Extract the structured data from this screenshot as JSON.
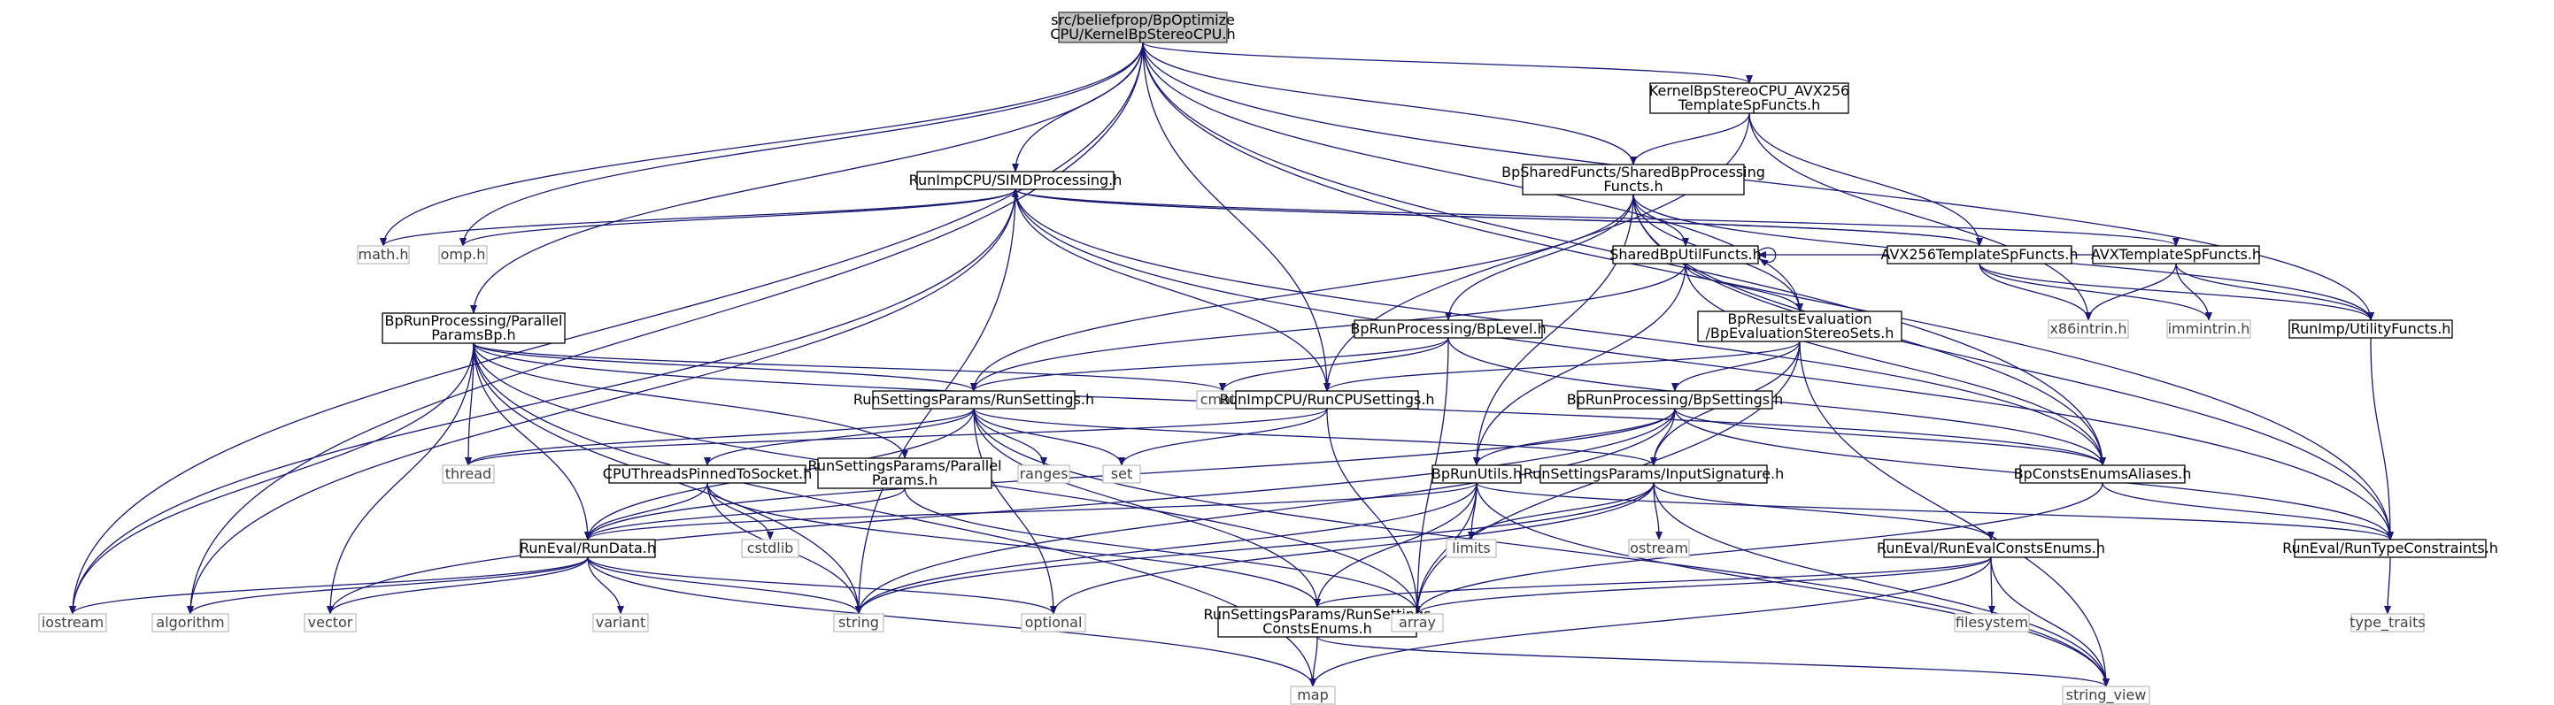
{
  "diagram": {
    "type": "include-dependency-graph",
    "nodes": [
      {
        "id": "main",
        "lines": [
          "src/beliefprop/BpOptimize",
          "CPU/KernelBpStereoCPU.h"
        ],
        "kind": "main"
      },
      {
        "id": "avx256tsf",
        "lines": [
          "KernelBpStereoCPU_AVX256",
          "TemplateSpFuncts.h"
        ],
        "kind": "linked"
      },
      {
        "id": "sharedbpproc",
        "lines": [
          "BpSharedFuncts/SharedBpProcessing",
          "Functs.h"
        ],
        "kind": "linked"
      },
      {
        "id": "simd",
        "lines": [
          "RunImpCPU/SIMDProcessing.h"
        ],
        "kind": "linked"
      },
      {
        "id": "sharedbputil",
        "lines": [
          "SharedBpUtilFuncts.h"
        ],
        "kind": "linked"
      },
      {
        "id": "avx256templ",
        "lines": [
          "AVX256TemplateSpFuncts.h"
        ],
        "kind": "linked"
      },
      {
        "id": "avxtempl",
        "lines": [
          "AVXTemplateSpFuncts.h"
        ],
        "kind": "linked"
      },
      {
        "id": "mathh",
        "lines": [
          "math.h"
        ],
        "kind": "system"
      },
      {
        "id": "omph",
        "lines": [
          "omp.h"
        ],
        "kind": "system"
      },
      {
        "id": "bplevel",
        "lines": [
          "BpRunProcessing/BpLevel.h"
        ],
        "kind": "linked"
      },
      {
        "id": "bpresults",
        "lines": [
          "BpResultsEvaluation",
          "/BpEvaluationStereoSets.h"
        ],
        "kind": "linked"
      },
      {
        "id": "x86intrin",
        "lines": [
          "x86intrin.h"
        ],
        "kind": "system"
      },
      {
        "id": "immintrin",
        "lines": [
          "immintrin.h"
        ],
        "kind": "system"
      },
      {
        "id": "utilityfuncts",
        "lines": [
          "RunImp/UtilityFuncts.h"
        ],
        "kind": "linked"
      },
      {
        "id": "parallelparamsbp",
        "lines": [
          "BpRunProcessing/Parallel",
          "ParamsBp.h"
        ],
        "kind": "linked"
      },
      {
        "id": "cmath",
        "lines": [
          "cmath"
        ],
        "kind": "system"
      },
      {
        "id": "runsettings",
        "lines": [
          "RunSettingsParams/RunSettings.h"
        ],
        "kind": "linked"
      },
      {
        "id": "runcpusettings",
        "lines": [
          "RunImpCPU/RunCPUSettings.h"
        ],
        "kind": "linked"
      },
      {
        "id": "bpsettings",
        "lines": [
          "BpRunProcessing/BpSettings.h"
        ],
        "kind": "linked"
      },
      {
        "id": "thread",
        "lines": [
          "thread"
        ],
        "kind": "system"
      },
      {
        "id": "cputhreads",
        "lines": [
          "CPUThreadsPinnedToSocket.h"
        ],
        "kind": "linked"
      },
      {
        "id": "rsparallel",
        "lines": [
          "RunSettingsParams/Parallel",
          "Params.h"
        ],
        "kind": "linked"
      },
      {
        "id": "ranges",
        "lines": [
          "ranges"
        ],
        "kind": "system"
      },
      {
        "id": "set",
        "lines": [
          "set"
        ],
        "kind": "system"
      },
      {
        "id": "bprunutils",
        "lines": [
          "BpRunUtils.h"
        ],
        "kind": "linked"
      },
      {
        "id": "inputsig",
        "lines": [
          "RunSettingsParams/InputSignature.h"
        ],
        "kind": "linked"
      },
      {
        "id": "bpconsts",
        "lines": [
          "BpConstsEnumsAliases.h"
        ],
        "kind": "linked"
      },
      {
        "id": "rundata",
        "lines": [
          "RunEval/RunData.h"
        ],
        "kind": "linked"
      },
      {
        "id": "cstdlib",
        "lines": [
          "cstdlib"
        ],
        "kind": "system"
      },
      {
        "id": "limits",
        "lines": [
          "limits"
        ],
        "kind": "system"
      },
      {
        "id": "ostream",
        "lines": [
          "ostream"
        ],
        "kind": "system"
      },
      {
        "id": "runevalconsts",
        "lines": [
          "RunEval/RunEvalConstsEnums.h"
        ],
        "kind": "linked"
      },
      {
        "id": "runtypeconstraints",
        "lines": [
          "RunEval/RunTypeConstraints.h"
        ],
        "kind": "linked"
      },
      {
        "id": "iostream",
        "lines": [
          "iostream"
        ],
        "kind": "system"
      },
      {
        "id": "algorithm",
        "lines": [
          "algorithm"
        ],
        "kind": "system"
      },
      {
        "id": "vector",
        "lines": [
          "vector"
        ],
        "kind": "system"
      },
      {
        "id": "variant",
        "lines": [
          "variant"
        ],
        "kind": "system"
      },
      {
        "id": "string",
        "lines": [
          "string"
        ],
        "kind": "system"
      },
      {
        "id": "optional",
        "lines": [
          "optional"
        ],
        "kind": "system"
      },
      {
        "id": "rsconsts",
        "lines": [
          "RunSettingsParams/RunSettings",
          "ConstsEnums.h"
        ],
        "kind": "linked"
      },
      {
        "id": "array",
        "lines": [
          "array"
        ],
        "kind": "system"
      },
      {
        "id": "filesystem",
        "lines": [
          "filesystem"
        ],
        "kind": "system"
      },
      {
        "id": "typetraits",
        "lines": [
          "type_traits"
        ],
        "kind": "system"
      },
      {
        "id": "map",
        "lines": [
          "map"
        ],
        "kind": "system"
      },
      {
        "id": "stringview",
        "lines": [
          "string_view"
        ],
        "kind": "system"
      }
    ],
    "edges": [
      [
        "main",
        "avx256tsf"
      ],
      [
        "main",
        "sharedbpproc"
      ],
      [
        "main",
        "simd"
      ],
      [
        "main",
        "mathh"
      ],
      [
        "main",
        "omph"
      ],
      [
        "main",
        "parallelparamsbp"
      ],
      [
        "main",
        "runcpusettings"
      ],
      [
        "main",
        "bpresults"
      ],
      [
        "main",
        "utilityfuncts"
      ],
      [
        "main",
        "bpconsts"
      ],
      [
        "main",
        "runtypeconstraints"
      ],
      [
        "main",
        "iostream"
      ],
      [
        "main",
        "algorithm"
      ],
      [
        "avx256tsf",
        "sharedbpproc"
      ],
      [
        "avx256tsf",
        "avx256templ"
      ],
      [
        "avx256tsf",
        "x86intrin"
      ],
      [
        "avx256tsf",
        "runcpusettings"
      ],
      [
        "sharedbpproc",
        "sharedbputil"
      ],
      [
        "sharedbpproc",
        "bplevel"
      ],
      [
        "sharedbpproc",
        "bpresults"
      ],
      [
        "sharedbpproc",
        "runsettings"
      ],
      [
        "sharedbpproc",
        "bprunutils"
      ],
      [
        "sharedbpproc",
        "utilityfuncts"
      ],
      [
        "sharedbpproc",
        "runtypeconstraints"
      ],
      [
        "sharedbpproc",
        "bpconsts"
      ],
      [
        "simd",
        "avx256templ"
      ],
      [
        "simd",
        "avxtempl"
      ],
      [
        "simd",
        "mathh"
      ],
      [
        "simd",
        "omph"
      ],
      [
        "simd",
        "runcpusettings"
      ],
      [
        "simd",
        "iostream"
      ],
      [
        "simd",
        "algorithm"
      ],
      [
        "simd",
        "string"
      ],
      [
        "simd",
        "runtypeconstraints"
      ],
      [
        "simd",
        "bpconsts"
      ],
      [
        "avx256templ",
        "simd"
      ],
      [
        "avx256templ",
        "x86intrin"
      ],
      [
        "avx256templ",
        "immintrin"
      ],
      [
        "avx256templ",
        "utilityfuncts"
      ],
      [
        "avxtempl",
        "x86intrin"
      ],
      [
        "avxtempl",
        "immintrin"
      ],
      [
        "avxtempl",
        "utilityfuncts"
      ],
      [
        "avxtempl",
        "sharedbputil"
      ],
      [
        "sharedbputil",
        "sharedbputil"
      ],
      [
        "sharedbputil",
        "bpresults"
      ],
      [
        "sharedbputil",
        "bprunutils"
      ],
      [
        "sharedbputil",
        "runsettings"
      ],
      [
        "sharedbputil",
        "bpconsts"
      ],
      [
        "bplevel",
        "cmath"
      ],
      [
        "bplevel",
        "runsettings"
      ],
      [
        "bplevel",
        "bpconsts"
      ],
      [
        "bplevel",
        "array"
      ],
      [
        "bpresults",
        "bpsettings"
      ],
      [
        "bpresults",
        "inputsig"
      ],
      [
        "bpresults",
        "runcpusettings"
      ],
      [
        "bpresults",
        "array"
      ],
      [
        "bpresults",
        "stringview"
      ],
      [
        "utilityfuncts",
        "runtypeconstraints"
      ],
      [
        "parallelparamsbp",
        "runsettings"
      ],
      [
        "parallelparamsbp",
        "cmath"
      ],
      [
        "parallelparamsbp",
        "thread"
      ],
      [
        "parallelparamsbp",
        "rsparallel"
      ],
      [
        "parallelparamsbp",
        "rundata"
      ],
      [
        "parallelparamsbp",
        "iostream"
      ],
      [
        "parallelparamsbp",
        "vector"
      ],
      [
        "parallelparamsbp",
        "string"
      ],
      [
        "parallelparamsbp",
        "map"
      ],
      [
        "parallelparamsbp",
        "array"
      ],
      [
        "parallelparamsbp",
        "bpconsts"
      ],
      [
        "runsettings",
        "thread"
      ],
      [
        "runsettings",
        "cputhreads"
      ],
      [
        "runsettings",
        "ranges"
      ],
      [
        "runsettings",
        "set"
      ],
      [
        "runsettings",
        "optional"
      ],
      [
        "runsettings",
        "rsconsts"
      ],
      [
        "runsettings",
        "rundata"
      ],
      [
        "runsettings",
        "inputsig"
      ],
      [
        "runsettings",
        "stringview"
      ],
      [
        "runcpusettings",
        "thread"
      ],
      [
        "runcpusettings",
        "set"
      ],
      [
        "runcpusettings",
        "array"
      ],
      [
        "bpsettings",
        "bprunutils"
      ],
      [
        "bpsettings",
        "inputsig"
      ],
      [
        "bpsettings",
        "rundata"
      ],
      [
        "bpsettings",
        "bpconsts"
      ],
      [
        "bpsettings",
        "vector"
      ],
      [
        "bpsettings",
        "string"
      ],
      [
        "bpsettings",
        "runtypeconstraints"
      ],
      [
        "cputhreads",
        "rundata"
      ],
      [
        "cputhreads",
        "cstdlib"
      ],
      [
        "cputhreads",
        "string"
      ],
      [
        "cputhreads",
        "rsconsts"
      ],
      [
        "rsparallel",
        "rundata"
      ],
      [
        "rsparallel",
        "array"
      ],
      [
        "bprunutils",
        "limits"
      ],
      [
        "bprunutils",
        "array"
      ],
      [
        "bprunutils",
        "rsconsts"
      ],
      [
        "bprunutils",
        "rundata"
      ],
      [
        "bprunutils",
        "string"
      ],
      [
        "bprunutils",
        "runtypeconstraints"
      ],
      [
        "bprunutils",
        "stringview"
      ],
      [
        "inputsig",
        "limits"
      ],
      [
        "inputsig",
        "ostream"
      ],
      [
        "inputsig",
        "string"
      ],
      [
        "inputsig",
        "optional"
      ],
      [
        "inputsig",
        "runevalconsts"
      ],
      [
        "inputsig",
        "stringview"
      ],
      [
        "bpconsts",
        "runtypeconstraints"
      ],
      [
        "bpconsts",
        "array"
      ],
      [
        "rundata",
        "iostream"
      ],
      [
        "rundata",
        "algorithm"
      ],
      [
        "rundata",
        "vector"
      ],
      [
        "rundata",
        "variant"
      ],
      [
        "rundata",
        "string"
      ],
      [
        "rundata",
        "optional"
      ],
      [
        "rundata",
        "map"
      ],
      [
        "runevalconsts",
        "rsconsts"
      ],
      [
        "runevalconsts",
        "array"
      ],
      [
        "runevalconsts",
        "filesystem"
      ],
      [
        "runevalconsts",
        "stringview"
      ],
      [
        "runevalconsts",
        "map"
      ],
      [
        "rsconsts",
        "map"
      ],
      [
        "rsconsts",
        "stringview"
      ],
      [
        "runtypeconstraints",
        "typetraits"
      ]
    ]
  }
}
